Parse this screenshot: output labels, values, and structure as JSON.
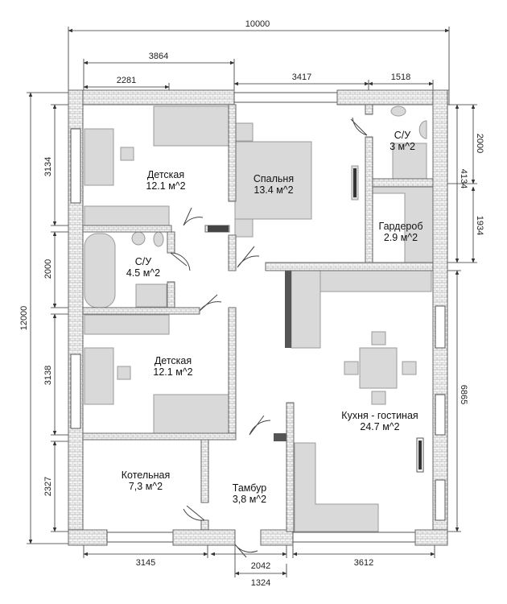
{
  "dimensions": {
    "total_width": "10000",
    "top_3864": "3864",
    "top_2281": "2281",
    "top_3417": "3417",
    "top_1518": "1518",
    "total_height": "12000",
    "left_3134": "3134",
    "left_2000": "2000",
    "left_3138": "3138",
    "left_2327": "2327",
    "right_2000": "2000",
    "right_4134": "4134",
    "right_1934": "1934",
    "right_6865": "6865",
    "bottom_3145": "3145",
    "bottom_2042": "2042",
    "bottom_1324": "1324",
    "bottom_3612": "3612"
  },
  "rooms": {
    "kids1": {
      "name": "Детская",
      "area": "12.1 м^2"
    },
    "bedroom": {
      "name": "Спальня",
      "area": "13.4 м^2"
    },
    "bath_small": {
      "name": "С/У",
      "area": "3 м^2"
    },
    "wardrobe": {
      "name": "Гардероб",
      "area": "2.9 м^2"
    },
    "bath": {
      "name": "С/У",
      "area": "4.5 м^2"
    },
    "kids2": {
      "name": "Детская",
      "area": "12.1 м^2"
    },
    "kitchen": {
      "name": "Кухня - гостиная",
      "area": "24.7 м^2"
    },
    "boiler": {
      "name": "Котельная",
      "area": "7,3 м^2"
    },
    "vestibule": {
      "name": "Тамбур",
      "area": "3,8 м^2"
    }
  }
}
